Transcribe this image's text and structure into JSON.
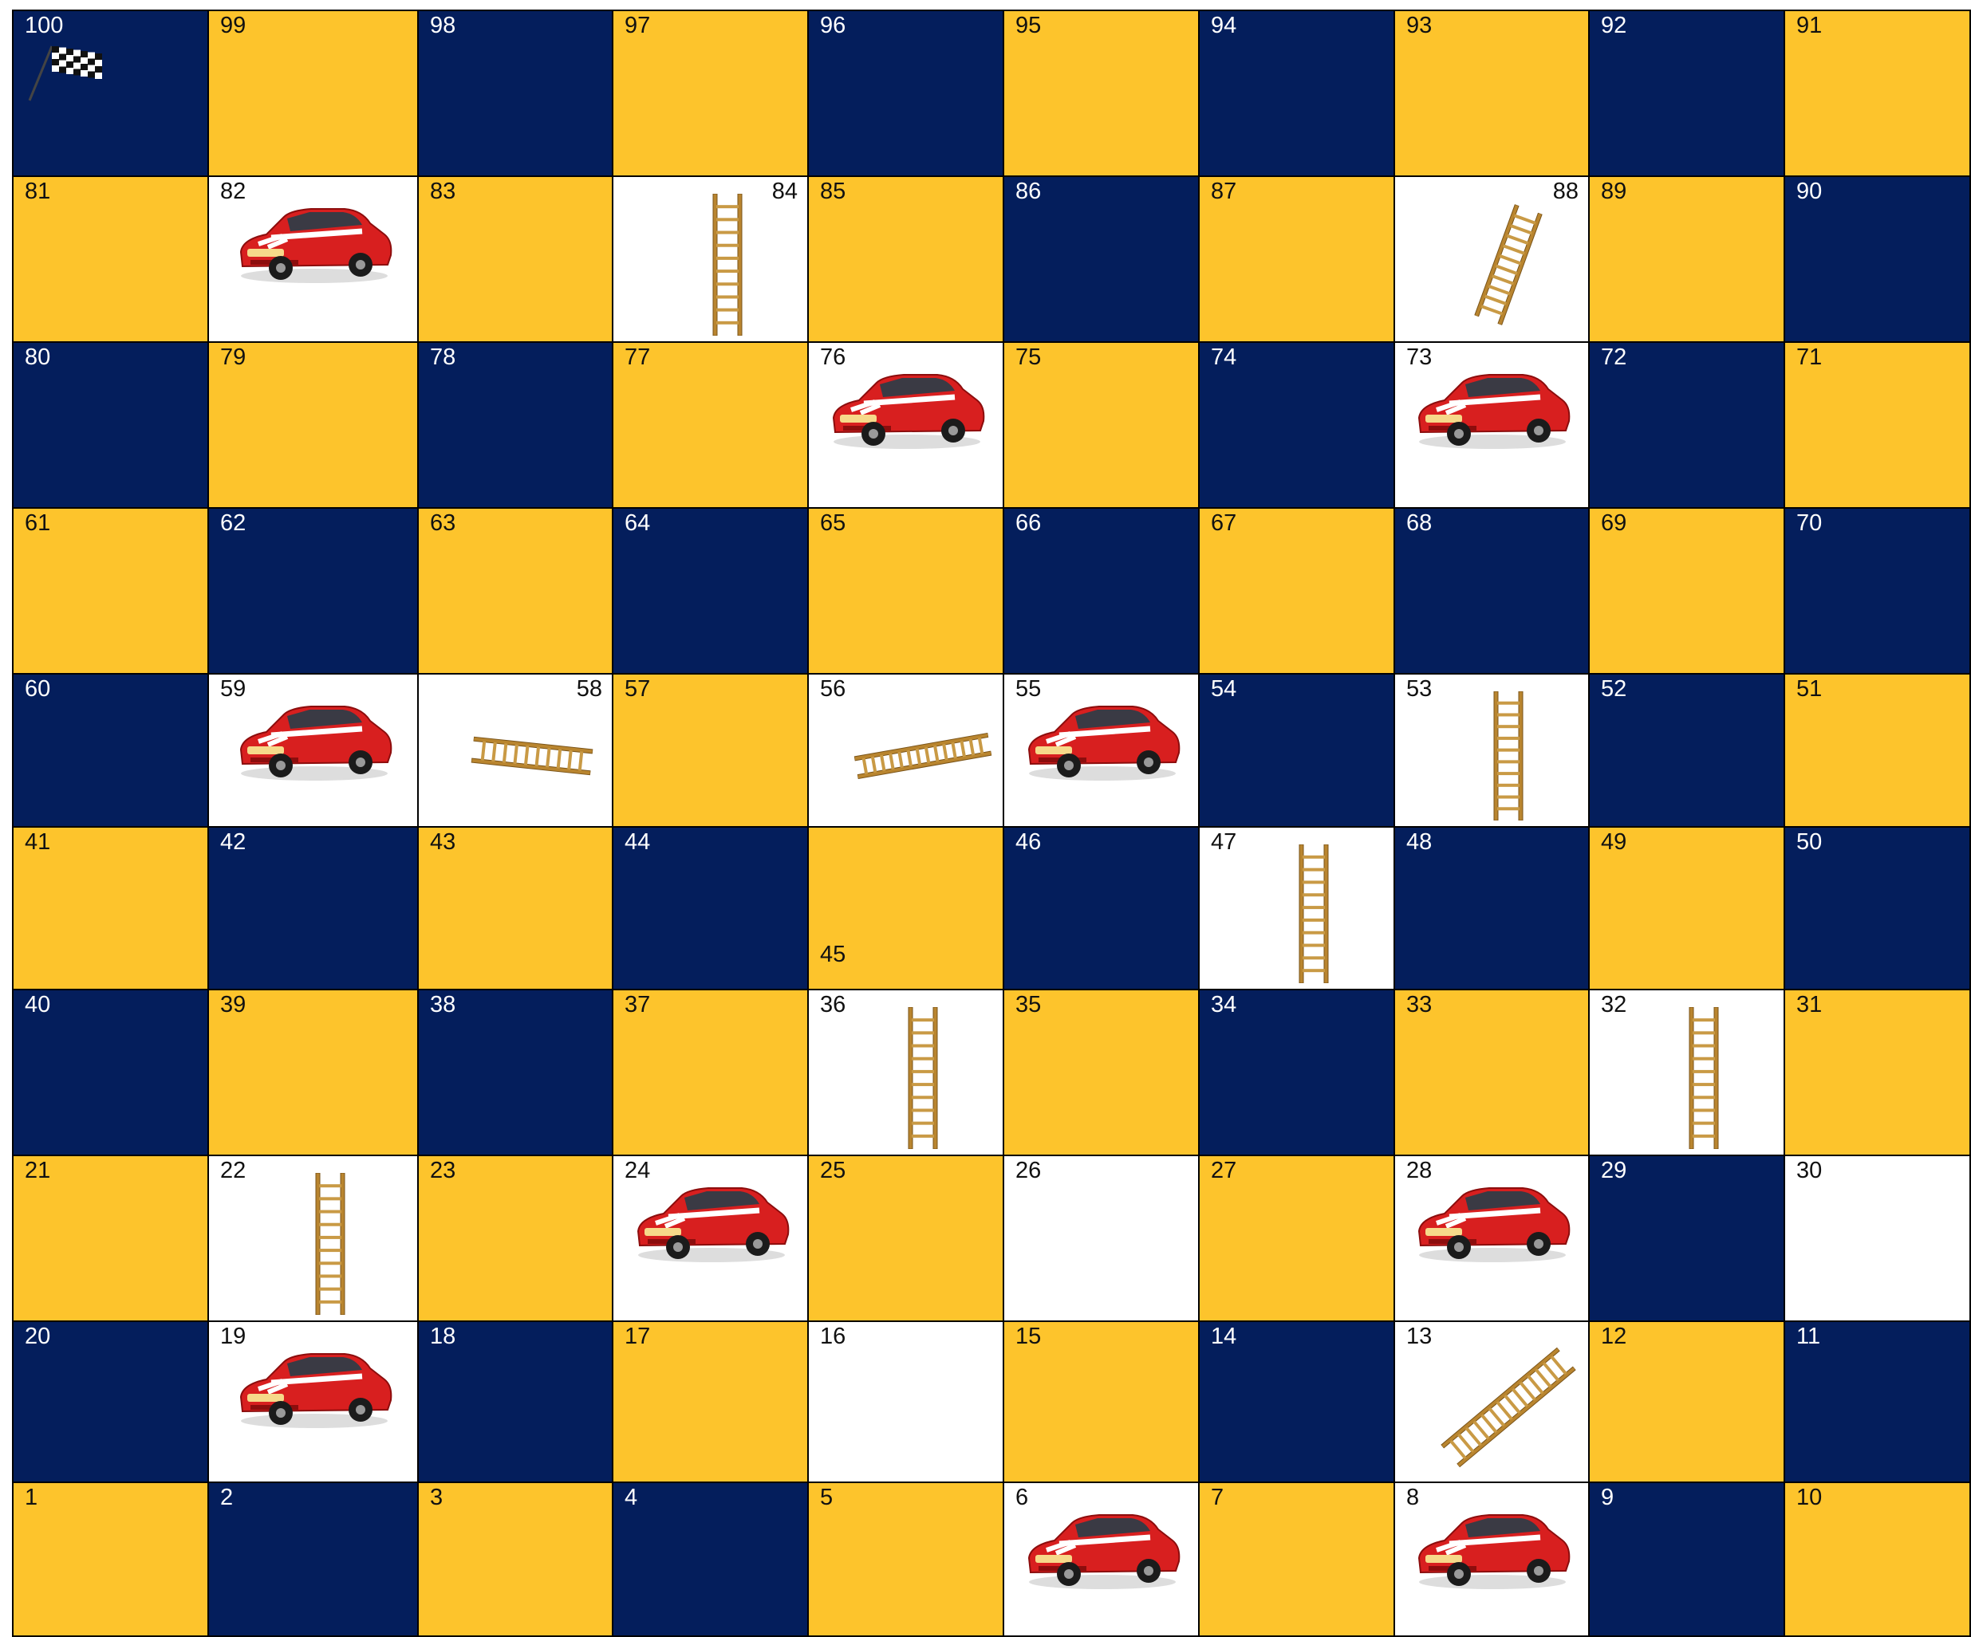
{
  "board": {
    "rows": [
      [
        {
          "n": "100",
          "c": "navy",
          "icon": "finish-flag"
        },
        {
          "n": "99",
          "c": "gold"
        },
        {
          "n": "98",
          "c": "navy"
        },
        {
          "n": "97",
          "c": "gold"
        },
        {
          "n": "96",
          "c": "navy"
        },
        {
          "n": "95",
          "c": "gold"
        },
        {
          "n": "94",
          "c": "navy"
        },
        {
          "n": "93",
          "c": "gold"
        },
        {
          "n": "92",
          "c": "navy"
        },
        {
          "n": "91",
          "c": "gold"
        }
      ],
      [
        {
          "n": "81",
          "c": "gold"
        },
        {
          "n": "82",
          "c": "white",
          "icon": "car"
        },
        {
          "n": "83",
          "c": "gold"
        },
        {
          "n": "84",
          "c": "white",
          "icon": "ladder-vertical",
          "label": "right"
        },
        {
          "n": "85",
          "c": "gold"
        },
        {
          "n": "86",
          "c": "navy"
        },
        {
          "n": "87",
          "c": "gold"
        },
        {
          "n": "88",
          "c": "white",
          "icon": "ladder-tilted",
          "label": "right"
        },
        {
          "n": "89",
          "c": "gold"
        },
        {
          "n": "90",
          "c": "navy"
        }
      ],
      [
        {
          "n": "80",
          "c": "navy"
        },
        {
          "n": "79",
          "c": "gold"
        },
        {
          "n": "78",
          "c": "navy"
        },
        {
          "n": "77",
          "c": "gold"
        },
        {
          "n": "76",
          "c": "white",
          "icon": "car"
        },
        {
          "n": "75",
          "c": "gold"
        },
        {
          "n": "74",
          "c": "navy"
        },
        {
          "n": "73",
          "c": "white",
          "icon": "car"
        },
        {
          "n": "72",
          "c": "navy"
        },
        {
          "n": "71",
          "c": "gold"
        }
      ],
      [
        {
          "n": "61",
          "c": "gold"
        },
        {
          "n": "62",
          "c": "navy"
        },
        {
          "n": "63",
          "c": "gold"
        },
        {
          "n": "64",
          "c": "navy"
        },
        {
          "n": "65",
          "c": "gold"
        },
        {
          "n": "66",
          "c": "navy"
        },
        {
          "n": "67",
          "c": "gold"
        },
        {
          "n": "68",
          "c": "navy"
        },
        {
          "n": "69",
          "c": "gold"
        },
        {
          "n": "70",
          "c": "navy"
        }
      ],
      [
        {
          "n": "60",
          "c": "navy"
        },
        {
          "n": "59",
          "c": "white",
          "icon": "car"
        },
        {
          "n": "58",
          "c": "white",
          "icon": "ladder-flat",
          "label": "right"
        },
        {
          "n": "57",
          "c": "gold"
        },
        {
          "n": "56",
          "c": "white",
          "icon": "ladder-flat-long"
        },
        {
          "n": "55",
          "c": "white",
          "icon": "car"
        },
        {
          "n": "54",
          "c": "navy"
        },
        {
          "n": "53",
          "c": "white",
          "icon": "ladder-vertical"
        },
        {
          "n": "52",
          "c": "navy"
        },
        {
          "n": "51",
          "c": "gold"
        }
      ],
      [
        {
          "n": "41",
          "c": "gold"
        },
        {
          "n": "42",
          "c": "navy"
        },
        {
          "n": "43",
          "c": "gold"
        },
        {
          "n": "44",
          "c": "navy"
        },
        {
          "n": "45",
          "c": "gold",
          "label": "bottom"
        },
        {
          "n": "46",
          "c": "navy"
        },
        {
          "n": "47",
          "c": "white",
          "icon": "ladder-vertical"
        },
        {
          "n": "48",
          "c": "navy"
        },
        {
          "n": "49",
          "c": "gold"
        },
        {
          "n": "50",
          "c": "navy"
        }
      ],
      [
        {
          "n": "40",
          "c": "navy"
        },
        {
          "n": "39",
          "c": "gold"
        },
        {
          "n": "38",
          "c": "navy"
        },
        {
          "n": "37",
          "c": "gold"
        },
        {
          "n": "36",
          "c": "white",
          "icon": "ladder-vertical"
        },
        {
          "n": "35",
          "c": "gold"
        },
        {
          "n": "34",
          "c": "navy"
        },
        {
          "n": "33",
          "c": "gold"
        },
        {
          "n": "32",
          "c": "white",
          "icon": "ladder-vertical"
        },
        {
          "n": "31",
          "c": "gold"
        }
      ],
      [
        {
          "n": "21",
          "c": "gold"
        },
        {
          "n": "22",
          "c": "white",
          "icon": "ladder-vertical"
        },
        {
          "n": "23",
          "c": "gold"
        },
        {
          "n": "24",
          "c": "white",
          "icon": "car"
        },
        {
          "n": "25",
          "c": "gold"
        },
        {
          "n": "26",
          "c": "white"
        },
        {
          "n": "27",
          "c": "gold"
        },
        {
          "n": "28",
          "c": "white",
          "icon": "car"
        },
        {
          "n": "29",
          "c": "navy"
        },
        {
          "n": "30",
          "c": "white"
        }
      ],
      [
        {
          "n": "20",
          "c": "navy"
        },
        {
          "n": "19",
          "c": "white",
          "icon": "car"
        },
        {
          "n": "18",
          "c": "navy"
        },
        {
          "n": "17",
          "c": "gold"
        },
        {
          "n": "16",
          "c": "white"
        },
        {
          "n": "15",
          "c": "gold"
        },
        {
          "n": "14",
          "c": "navy"
        },
        {
          "n": "13",
          "c": "white",
          "icon": "ladder-diagonal"
        },
        {
          "n": "12",
          "c": "gold"
        },
        {
          "n": "11",
          "c": "navy"
        }
      ],
      [
        {
          "n": "1",
          "c": "gold"
        },
        {
          "n": "2",
          "c": "navy"
        },
        {
          "n": "3",
          "c": "gold"
        },
        {
          "n": "4",
          "c": "navy"
        },
        {
          "n": "5",
          "c": "gold"
        },
        {
          "n": "6",
          "c": "white",
          "icon": "car"
        },
        {
          "n": "7",
          "c": "gold"
        },
        {
          "n": "8",
          "c": "white",
          "icon": "car"
        },
        {
          "n": "9",
          "c": "navy"
        },
        {
          "n": "10",
          "c": "gold"
        }
      ]
    ]
  },
  "colors": {
    "navy": "#041e5c",
    "gold": "#fdc42c",
    "white": "#ffffff",
    "car": "#d81f1f",
    "ladder": "#b9852f"
  }
}
